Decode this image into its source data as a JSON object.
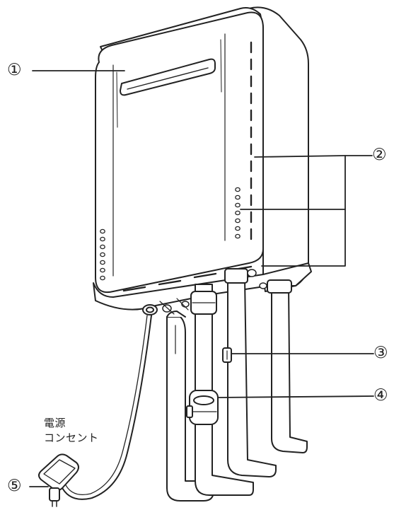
{
  "colors": {
    "line": "#222222",
    "background": "#ffffff",
    "body_fill": "#ffffff"
  },
  "callouts": [
    {
      "id": "1",
      "label": "①",
      "part": "remote-sensor-window"
    },
    {
      "id": "2",
      "label": "②",
      "part": "ventilation-slits"
    },
    {
      "id": "3",
      "label": "③",
      "part": "pipe-clamp"
    },
    {
      "id": "4",
      "label": "④",
      "part": "water-valve"
    },
    {
      "id": "5",
      "label": "⑤",
      "part": "power-plug"
    }
  ],
  "power_caption": {
    "line1": "電源",
    "line2": "コンセント"
  }
}
